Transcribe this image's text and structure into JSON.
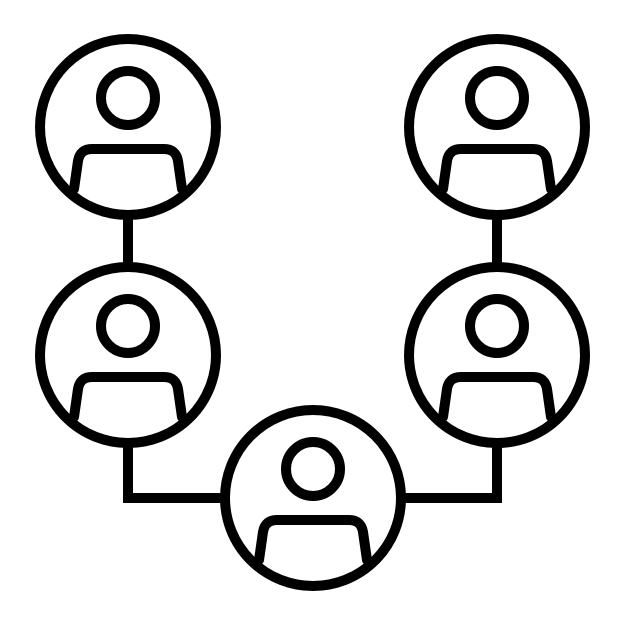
{
  "icon": {
    "name": "team-network-icon",
    "stroke_color": "#000000",
    "background_color": "#ffffff"
  },
  "nodes": [
    {
      "id": "top-left",
      "icon": "user-icon"
    },
    {
      "id": "middle-left",
      "icon": "user-icon"
    },
    {
      "id": "bottom-center",
      "icon": "user-icon"
    },
    {
      "id": "middle-right",
      "icon": "user-icon"
    },
    {
      "id": "top-right",
      "icon": "user-icon"
    }
  ],
  "connections": [
    [
      "top-left",
      "middle-left"
    ],
    [
      "middle-left",
      "bottom-center"
    ],
    [
      "bottom-center",
      "middle-right"
    ],
    [
      "middle-right",
      "top-right"
    ]
  ]
}
